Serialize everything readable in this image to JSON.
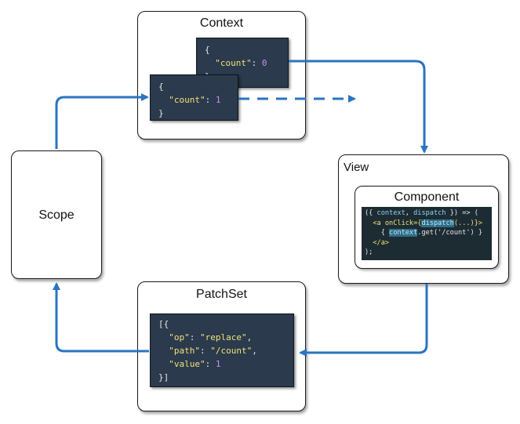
{
  "context": {
    "title": "Context",
    "old_state": {
      "open": "{",
      "key": "\"count\"",
      "sep": ": ",
      "value": "0",
      "close": "}"
    },
    "new_state": {
      "open": "{",
      "key": "\"count\"",
      "sep": ": ",
      "value": "1",
      "close": "}"
    }
  },
  "scope": {
    "title": "Scope"
  },
  "view": {
    "title": "View",
    "component": {
      "title": "Component",
      "code": {
        "l1_a": "({ ",
        "l1_ctx": "context",
        "l1_b": ", ",
        "l1_disp": "dispatch",
        "l1_c": " }) => (",
        "l2_a": "  <a onClick={",
        "l2_disp": "dispatch",
        "l2_b": "(...)}>",
        "l3_a": "    { ",
        "l3_ctx": "context",
        "l3_b": ".get('/count') }",
        "l4": "  </a>",
        "l5": ");"
      }
    }
  },
  "patchset": {
    "title": "PatchSet",
    "lines": {
      "open": "[{",
      "op_key": "\"op\"",
      "op_val": "\"replace\"",
      "path_key": "\"path\"",
      "path_val": "\"/count\"",
      "value_key": "\"value\"",
      "value_val": "1",
      "close": "}]"
    }
  },
  "colors": {
    "arrow": "#2a74c2",
    "code_bg": "#2b3a4c"
  }
}
